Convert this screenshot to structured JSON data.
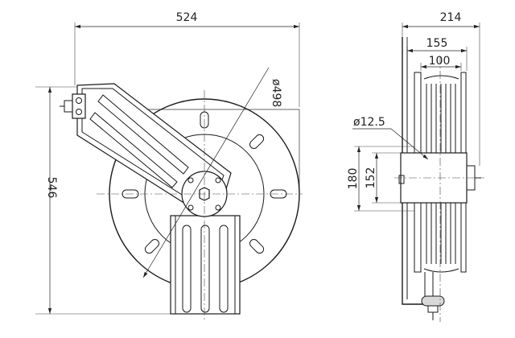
{
  "dimensions": {
    "front_width": "524",
    "front_height": "546",
    "drum_diameter": "ø498",
    "side_width": "214",
    "side_mid": "155",
    "side_inner": "100",
    "hose_diameter": "ø12.5",
    "side_height": "180",
    "side_height_inner": "152"
  },
  "colors": {
    "line": "#1a1a1a",
    "fill_accent": "#d9d9d9",
    "background": "#ffffff"
  }
}
